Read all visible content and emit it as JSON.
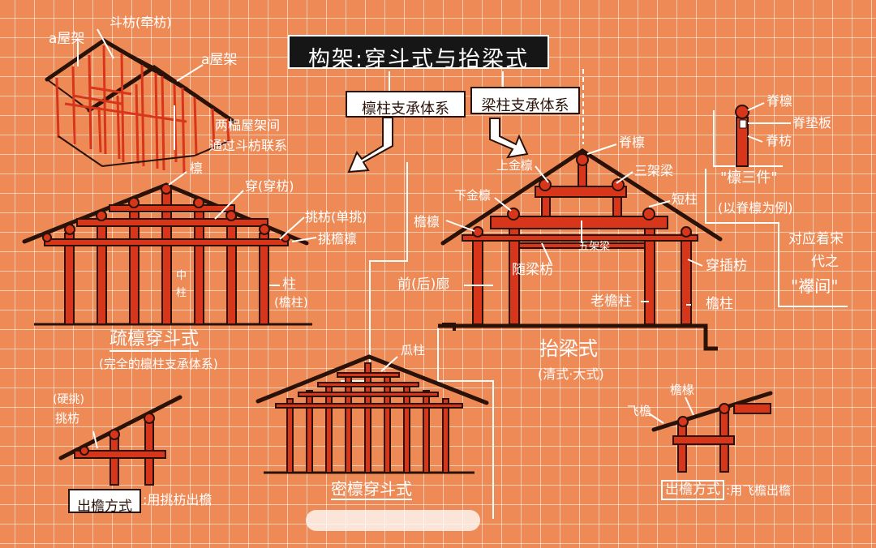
{
  "title": "构架:穿斗式与抬梁式",
  "systems": {
    "left": "檩柱支承体系",
    "right": "梁柱支承体系"
  },
  "roof_frame_sketch": {
    "frame_a": "a屋架",
    "tie_beam": "斗枋(牵枋)",
    "frame_b": "a屋架",
    "note_line1": "两榀屋架间",
    "note_line2": "通过斗枋联系"
  },
  "sparse_chuandou": {
    "purlin": "檩",
    "through_tie": "穿(穿枋)",
    "cantilever_tie": "挑枋(单挑)",
    "eave_purlin": "挑檐檩",
    "center_column_line1": "中",
    "center_column_line2": "柱",
    "column_line1": "柱",
    "column_line2": "(檐柱)",
    "name": "疏檩穿斗式",
    "subtitle": "(完全的檩柱支承体系)"
  },
  "dense_chuandou": {
    "melon_post": "瓜柱",
    "name": "密檩穿斗式"
  },
  "tailiang": {
    "ridge_purlin": "脊檩",
    "upper_gold_purlin": "上金檩",
    "three_rafter_beam": "三架梁",
    "lower_gold_purlin": "下金檩",
    "short_post": "短柱",
    "eave_purlin": "檐檩",
    "five_rafter_beam": "五架梁",
    "accompanying_tie": "随梁枋",
    "through_insert_tie": "穿插枋",
    "corridor": "前(后)廊",
    "old_eave_column": "老檐柱",
    "eave_column": "檐柱",
    "name": "抬梁式",
    "subtitle": "(清式·大式)"
  },
  "purlin_set": {
    "ridge_purlin": "脊檩",
    "ridge_board": "脊垫板",
    "ridge_tie": "脊枋",
    "name": "\"檩三件\"",
    "subtitle": "(以脊檩为例)"
  },
  "song_note": {
    "line1": "对应着宋",
    "line2": "代之",
    "line3": "\"襻间\""
  },
  "eave_hard": {
    "label1": "(硬挑)",
    "label2": "挑枋",
    "method": "出檐方式",
    "method_desc": ":用挑枋出檐"
  },
  "eave_flying": {
    "rafter": "檐椽",
    "flying": "飞檐",
    "method": "出檐方式",
    "method_desc": ":用飞檐出檐"
  },
  "colors": {
    "background": "#ee8a55",
    "member_red": "#d8361b",
    "outline": "#2a1208",
    "text": "#ffffff"
  }
}
